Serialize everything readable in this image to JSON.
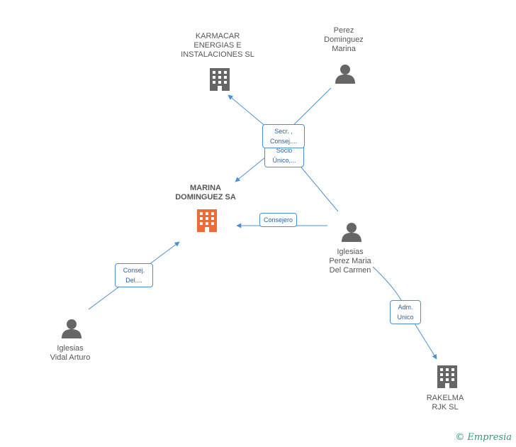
{
  "colors": {
    "edge": "#4a8fd6",
    "company": "#666666",
    "main_company": "#f06a35",
    "person": "#666666",
    "brand": "#2a9b7a"
  },
  "nodes": {
    "karmacar": {
      "lines": [
        "KARMACAR",
        "ENERGIAS E",
        "INSTALACIONES SL"
      ],
      "icon": "building-icon"
    },
    "perez_marina": {
      "lines": [
        "Perez",
        "Dominguez",
        "Marina"
      ],
      "icon": "person-icon"
    },
    "marina_sa": {
      "lines": [
        "MARINA",
        "DOMINGUEZ SA"
      ],
      "icon": "building-icon"
    },
    "iglesias_carmen": {
      "lines": [
        "Iglesias",
        "Perez Maria",
        "Del Carmen"
      ],
      "icon": "person-icon"
    },
    "iglesias_arturo": {
      "lines": [
        "Iglesias",
        "Vidal Arturo"
      ],
      "icon": "person-icon"
    },
    "rakelma": {
      "lines": [
        "RAKELMA",
        "RJK SL"
      ],
      "icon": "building-icon"
    }
  },
  "edges": {
    "secr": {
      "lines": [
        "Secr. ,",
        "Consej...."
      ]
    },
    "socio": {
      "lines": [
        "Socio",
        "Único,..."
      ]
    },
    "consejero": {
      "lines": [
        "Consejero"
      ]
    },
    "consej_del": {
      "lines": [
        "Consej.",
        "Del...."
      ]
    },
    "adm": {
      "lines": [
        "Adm.",
        "Unico"
      ]
    }
  },
  "brand": {
    "symbol": "©",
    "name": "Empresia"
  }
}
